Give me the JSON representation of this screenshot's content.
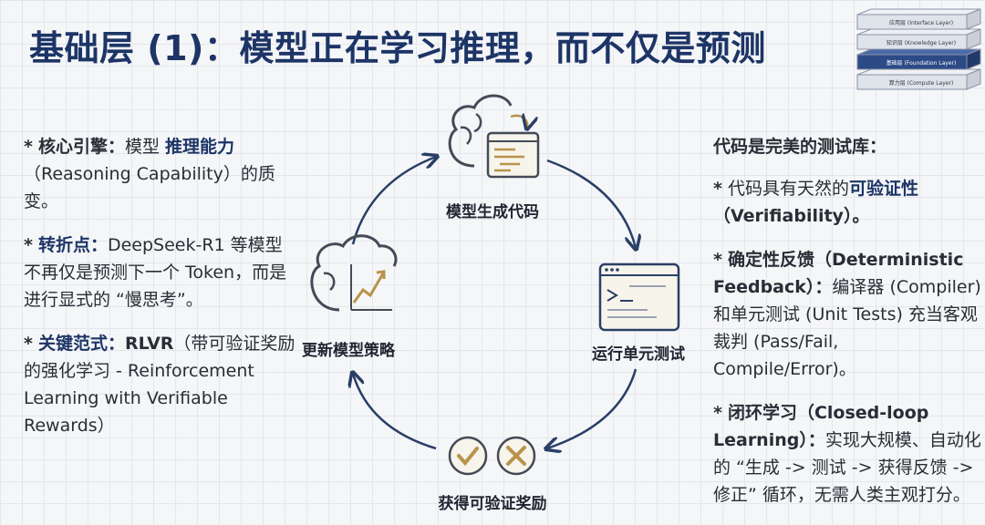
{
  "title": "基础层 (1)：模型正在学习推理，而不仅是预测",
  "stack": {
    "layers": [
      {
        "label": "应用层 (Interface Layer)"
      },
      {
        "label": "知识层 (Knowledge Layer)"
      },
      {
        "label": "基础层 (Foundation Layer)"
      },
      {
        "label": "算力层 (Compute Layer)"
      }
    ],
    "highlight_color": "#2c4a86"
  },
  "left": {
    "bullets": [
      {
        "star": "*",
        "head": "核心引擎：",
        "text1": "模型 ",
        "highlight": "推理能力",
        "text2": "（Reasoning Capability）的质变。"
      },
      {
        "star": "*",
        "head": "转折点：",
        "text1": "DeepSeek-R1 等模型不再仅是预测下一个 Token，而是进行显式的 “慢思考”。",
        "highlight": "",
        "text2": ""
      },
      {
        "star": "*",
        "head": "关键范式：",
        "text1": "",
        "highlight": "RLVR",
        "text2": "（带可验证奖励的强化学习 - Reinforcement Learning with Verifiable Rewards）"
      }
    ]
  },
  "cycle": {
    "nodes": [
      {
        "label": "模型生成代码",
        "icon": "brain-code-icon"
      },
      {
        "label": "运行单元测试",
        "icon": "terminal-window-icon"
      },
      {
        "label": "获得可验证奖励",
        "icon": "check-cross-icon"
      },
      {
        "label": "更新模型策略",
        "icon": "brain-chart-icon"
      }
    ],
    "arrow_color": "#2a3f66",
    "accent_color": "#b8934a"
  },
  "right": {
    "heading": "代码是完美的测试库：",
    "bullets": [
      {
        "star": "*",
        "text1": "代码具有天然的",
        "highlight": "可验证性",
        "text2": "（Verifiability）。",
        "head": ""
      },
      {
        "star": "*",
        "head": "确定性反馈（Deterministic Feedback）：",
        "text1": "编译器 (Compiler) 和单元测试 (Unit Tests) 充当客观裁判 (Pass/Fail, Compile/Error)。",
        "highlight": "",
        "text2": ""
      },
      {
        "star": "*",
        "head": "闭环学习（Closed-loop Learning）：",
        "text1": "实现大规模、自动化的 “生成 -> 测试 -> 获得反馈 -> 修正” 循环，无需人类主观打分。",
        "highlight": "",
        "text2": ""
      }
    ]
  }
}
